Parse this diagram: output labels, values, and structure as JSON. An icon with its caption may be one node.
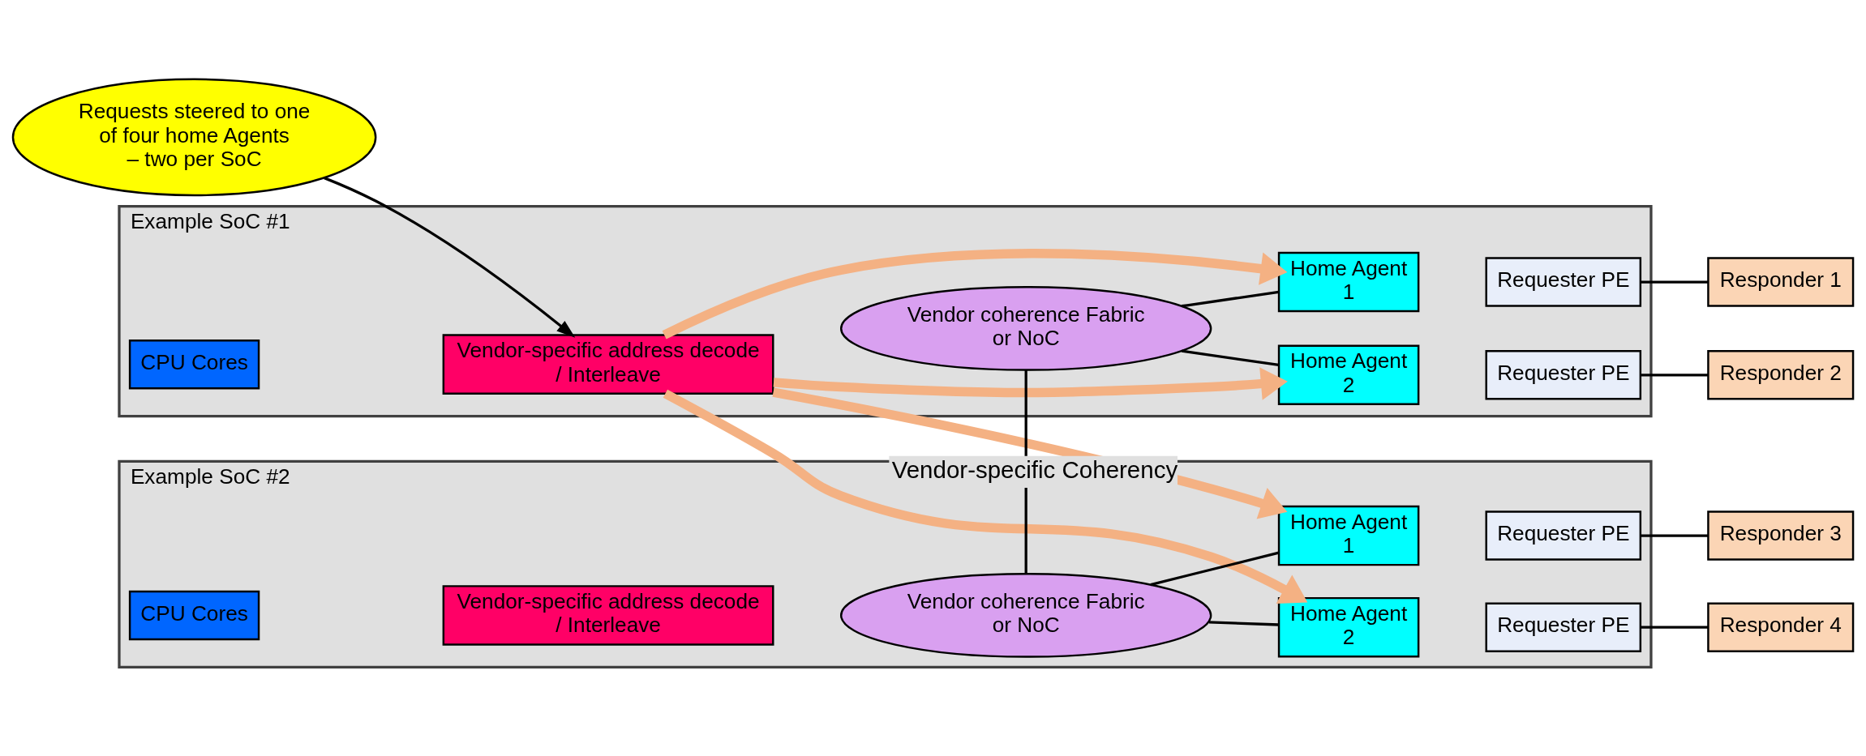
{
  "diagram": {
    "nodes": [
      {
        "text": [
          "Example SoC #1"
        ]
      },
      {
        "text": [
          "CPU Cores"
        ],
        "in": 0
      },
      {
        "text": [
          "Vendor-specific address decode / Interleave"
        ],
        "in": 0
      },
      {
        "text": [
          "Vendor coherence Fabric or NoC"
        ],
        "in": 0
      },
      {
        "text": [
          "Home Agent 1"
        ],
        "in": 0
      },
      {
        "text": [
          "Requester PE"
        ],
        "in": 0
      },
      {
        "text": [
          "Home Agent 2"
        ],
        "in": 0
      },
      {
        "text": [
          "Requester PE"
        ],
        "in": 0
      },
      {
        "text": [
          "Responder 1"
        ]
      },
      {
        "text": [
          "Responder 2"
        ]
      },
      {
        "text": [
          "Requests steered to one of four home Agents – two per SoC"
        ]
      },
      {
        "text": [
          "Example SoC #2"
        ]
      },
      {
        "text": [
          "CPU Cores"
        ],
        "in": 11
      },
      {
        "text": [
          "Vendor-specific address decode / Interleave"
        ],
        "in": 11
      },
      {
        "text": [
          "Vendor coherence Fabric or NoC"
        ],
        "in": 11
      },
      {
        "text": [
          "Home Agent 1"
        ],
        "in": 11
      },
      {
        "text": [
          "Requester PE"
        ],
        "in": 11
      },
      {
        "text": [
          "Home Agent 2"
        ],
        "in": 11
      },
      {
        "text": [
          "Requester PE"
        ],
        "in": 11
      },
      {
        "text": [
          "Responder 3"
        ]
      },
      {
        "text": [
          "Responder 4"
        ]
      }
    ],
    "edges": [
      {
        "from": 10,
        "to": 2,
        "arrow": "to"
      },
      {
        "from": 2,
        "to": 4,
        "arrow": "to",
        "style": "thick",
        "color": "#f4b183"
      },
      {
        "from": 2,
        "to": 6,
        "arrow": "to",
        "style": "thick",
        "color": "#f4b183"
      },
      {
        "from": 2,
        "to": 15,
        "arrow": "to",
        "style": "thick",
        "color": "#f4b183"
      },
      {
        "from": 2,
        "to": 17,
        "arrow": "to",
        "style": "thick",
        "color": "#f4b183"
      },
      {
        "from": 3,
        "to": 4,
        "arrow": "none"
      },
      {
        "from": 3,
        "to": 6,
        "arrow": "none"
      },
      {
        "from": 5,
        "to": 8,
        "arrow": "none"
      },
      {
        "from": 7,
        "to": 9,
        "arrow": "none"
      },
      {
        "from": 3,
        "to": 14,
        "arrow": "none",
        "label": "Vendor-specific Coherency"
      },
      {
        "from": 14,
        "to": 15,
        "arrow": "none"
      },
      {
        "from": 14,
        "to": 17,
        "arrow": "none"
      },
      {
        "from": 16,
        "to": 19,
        "arrow": "none"
      },
      {
        "from": 18,
        "to": 20,
        "arrow": "none"
      }
    ]
  }
}
